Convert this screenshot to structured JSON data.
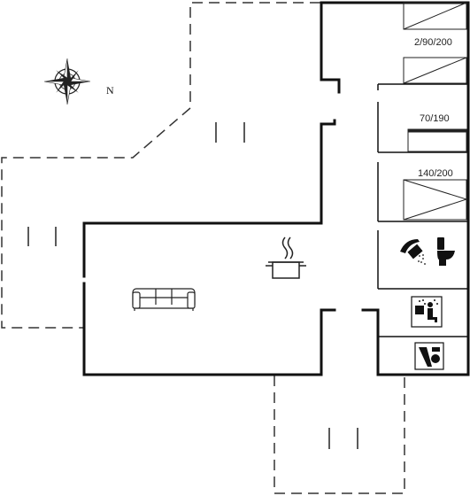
{
  "compass": {
    "north_label": "N"
  },
  "rooms": {
    "bedroom_1": {
      "bed_label": "2/90/200"
    },
    "bedroom_2": {
      "bed_label": "70/190"
    },
    "bedroom_3": {
      "bed_label": "140/200"
    }
  },
  "icons": {
    "compass": "compass-rose-icon",
    "stove": "cooking-pot-icon",
    "sofa": "sofa-icon",
    "bathroom": "shower-toilet-icon",
    "sauna": "sauna-icon",
    "utility": "washing-machine-icon"
  },
  "colors": {
    "wall": "#111111",
    "terrace_outline": "#333333",
    "background": "#ffffff"
  }
}
